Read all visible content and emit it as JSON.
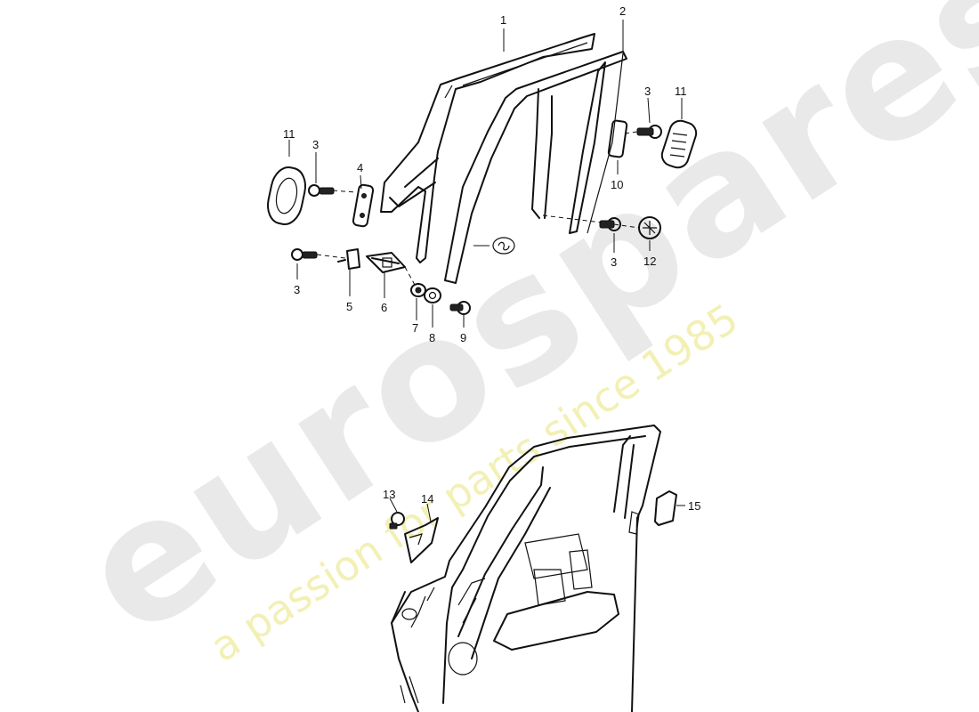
{
  "watermark": {
    "brand": "eurospares",
    "tagline": "a passion for parts since 1985"
  },
  "callouts": [
    {
      "id": "c1",
      "label": "1"
    },
    {
      "id": "c2",
      "label": "2"
    },
    {
      "id": "c3a",
      "label": "3"
    },
    {
      "id": "c3b",
      "label": "3"
    },
    {
      "id": "c3c",
      "label": "3"
    },
    {
      "id": "c3d",
      "label": "3"
    },
    {
      "id": "c4",
      "label": "4"
    },
    {
      "id": "c5",
      "label": "5"
    },
    {
      "id": "c6",
      "label": "6"
    },
    {
      "id": "c7",
      "label": "7"
    },
    {
      "id": "c8",
      "label": "8"
    },
    {
      "id": "c9",
      "label": "9"
    },
    {
      "id": "c10",
      "label": "10"
    },
    {
      "id": "c11a",
      "label": "11"
    },
    {
      "id": "c11b",
      "label": "11"
    },
    {
      "id": "c12",
      "label": "12"
    },
    {
      "id": "c13",
      "label": "13"
    },
    {
      "id": "c14",
      "label": "14"
    },
    {
      "id": "c15",
      "label": "15"
    }
  ]
}
